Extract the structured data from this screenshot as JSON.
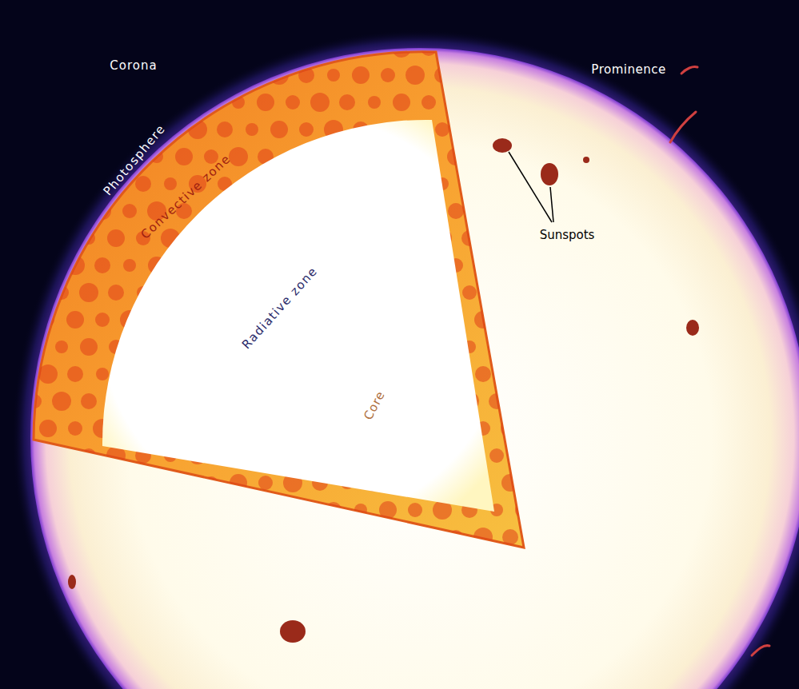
{
  "diagram": {
    "labels": [
      "Corona",
      "Prominence",
      "Photosphere",
      "Convective zone",
      "Sunspots",
      "Radiative zone",
      "Core"
    ]
  }
}
